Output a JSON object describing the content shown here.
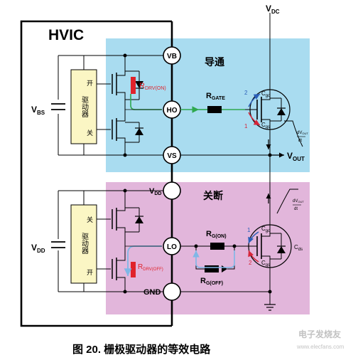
{
  "hvic_label": "HVIC",
  "top_section": {
    "mode_label": "导通",
    "driver_label": "驱动器",
    "switch_on_label": "开",
    "switch_off_label": "关",
    "pins": {
      "vb": "VB",
      "ho": "HO",
      "vs": "VS"
    },
    "supply": {
      "main": "V",
      "sub": "BS"
    },
    "rdrv": {
      "main": "R",
      "sub": "DRV(ON)"
    },
    "rgate": {
      "main": "R",
      "sub": "GATE"
    },
    "cgd": {
      "main": "C",
      "sub": "gd"
    },
    "cgs": {
      "main": "C",
      "sub": "gs"
    },
    "arrow_numbers": [
      "2",
      "1"
    ],
    "dv_label": {
      "num": "dV",
      "num_sub": "OUT",
      "den": "dt"
    },
    "vout": {
      "main": "V",
      "sub": "OUT"
    }
  },
  "bottom_section": {
    "mode_label": "关断",
    "driver_label": "驱动器",
    "switch_off_label": "关",
    "switch_on_label": "开",
    "pins": {
      "vdd": {
        "main": "V",
        "sub": "DD"
      },
      "lo": "LO",
      "gnd": "GND"
    },
    "supply": {
      "main": "V",
      "sub": "DD"
    },
    "rdrv": {
      "main": "R",
      "sub": "DRV(OFF)"
    },
    "rgon": {
      "main": "R",
      "sub": "G(ON)"
    },
    "rgoff": {
      "main": "R",
      "sub": "G(OFF)"
    },
    "cgd": {
      "main": "C",
      "sub": "gd"
    },
    "cgs": {
      "main": "C",
      "sub": "gs"
    },
    "cds": {
      "main": "C",
      "sub": "ds"
    },
    "arrow_numbers": [
      "1",
      "2"
    ],
    "dv_label": {
      "num": "dV",
      "num_sub": "OUT",
      "den": "dt"
    }
  },
  "vdc": {
    "main": "V",
    "sub": "DC"
  },
  "caption": "图 20. 栅极驱动器的等效电路",
  "watermark": {
    "line1": "电子发烧友",
    "line2": "www.elecfans.com"
  },
  "colors": {
    "top_fill": "#a9dcf0",
    "bottom_fill": "#e2b6db",
    "driver_fill": "#fbf6c4",
    "resistor_red": "#e0232b",
    "signal_green": "#2fa84f",
    "signal_blue": "#7fb7e6",
    "arrow_blue": "#2b5fb8",
    "arrow_red": "#d6263a"
  }
}
